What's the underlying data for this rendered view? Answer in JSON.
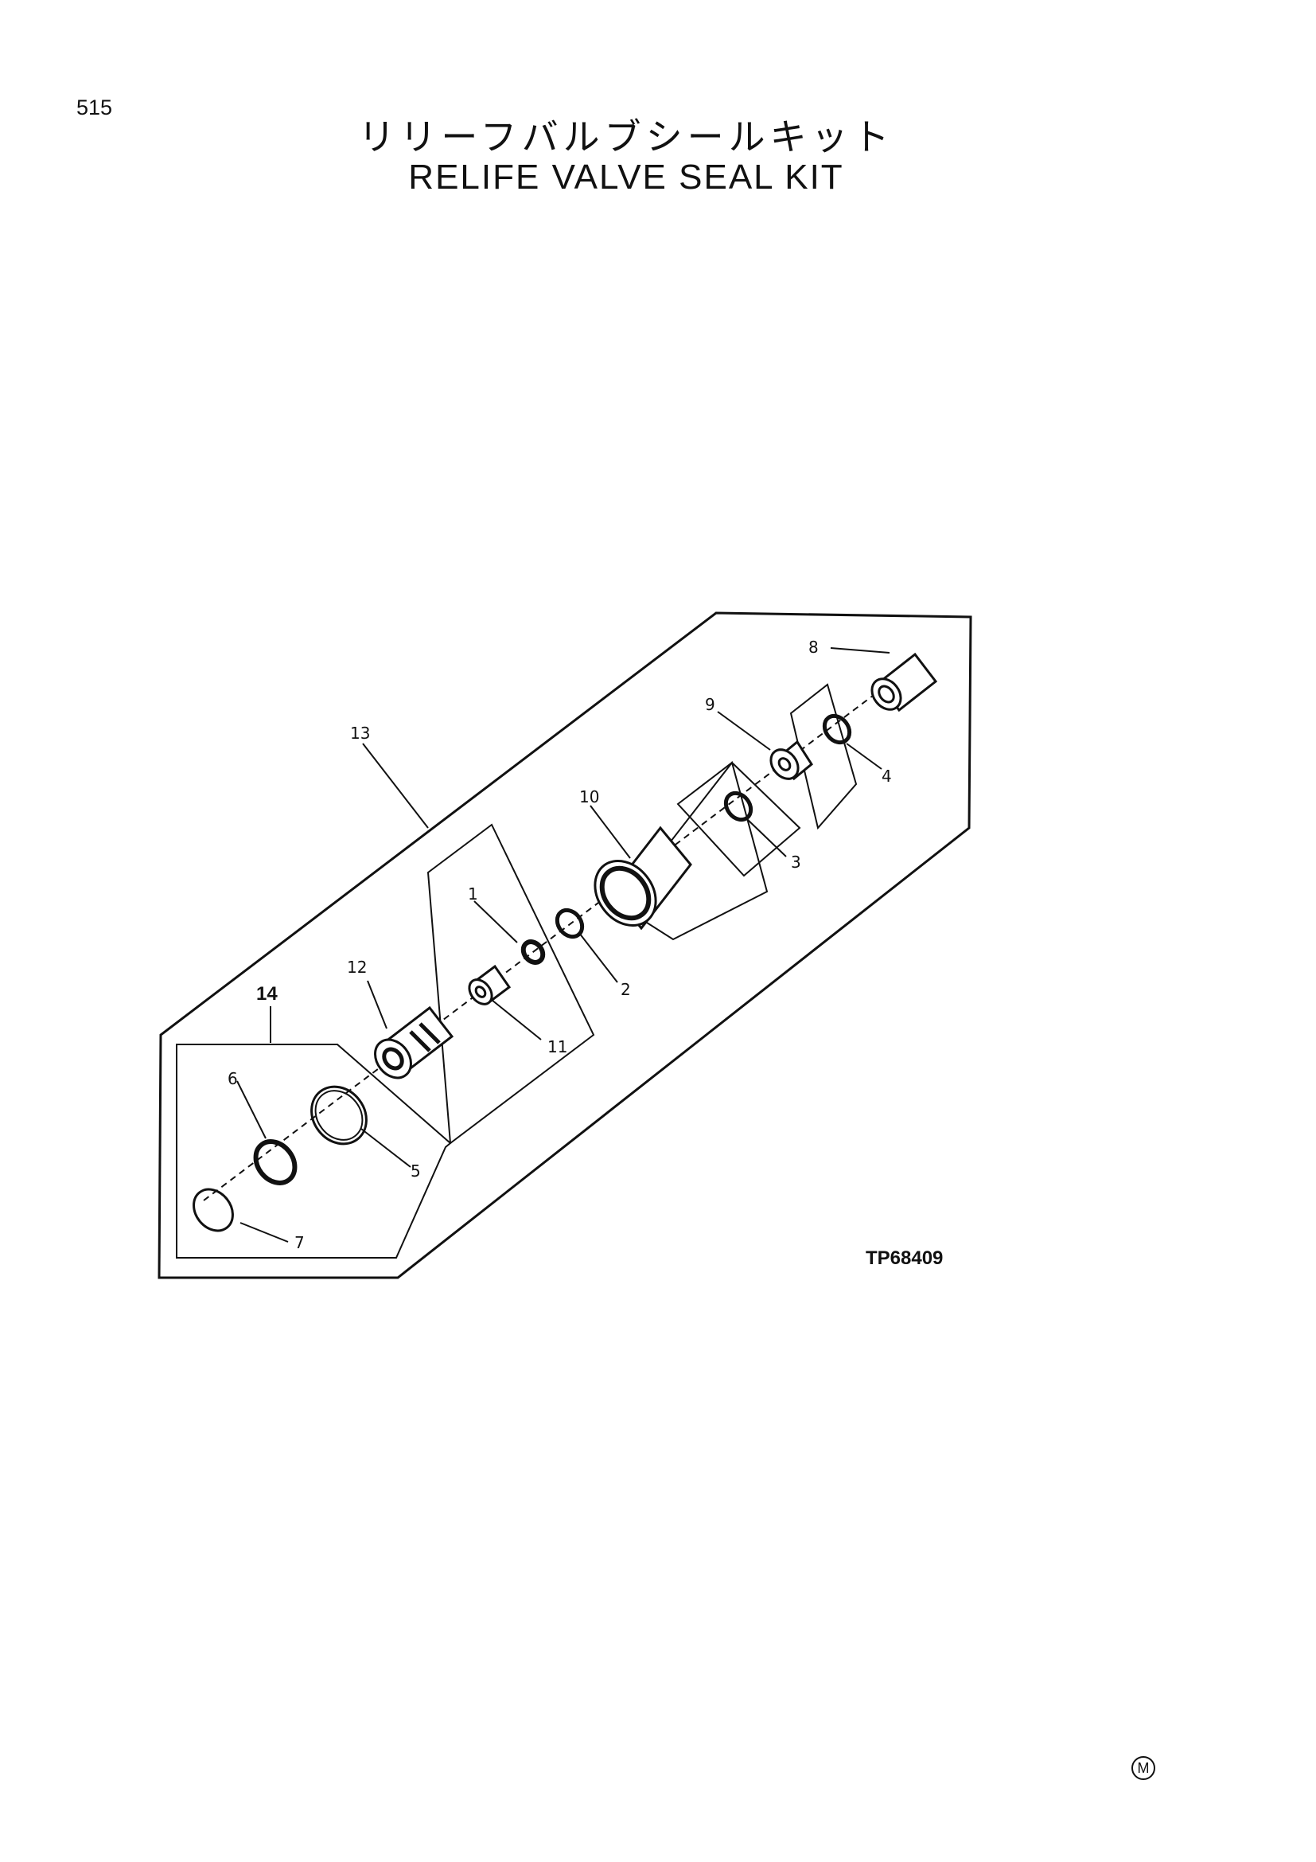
{
  "page_number": "515",
  "title_jp": "リリーフバルブシールキット",
  "title_en": "RELIFE VALVE SEAL KIT",
  "reference_code": "TP68409",
  "mark": "M",
  "callouts": [
    "1",
    "2",
    "3",
    "4",
    "5",
    "6",
    "7",
    "8",
    "9",
    "10",
    "11",
    "12",
    "13",
    "14"
  ]
}
